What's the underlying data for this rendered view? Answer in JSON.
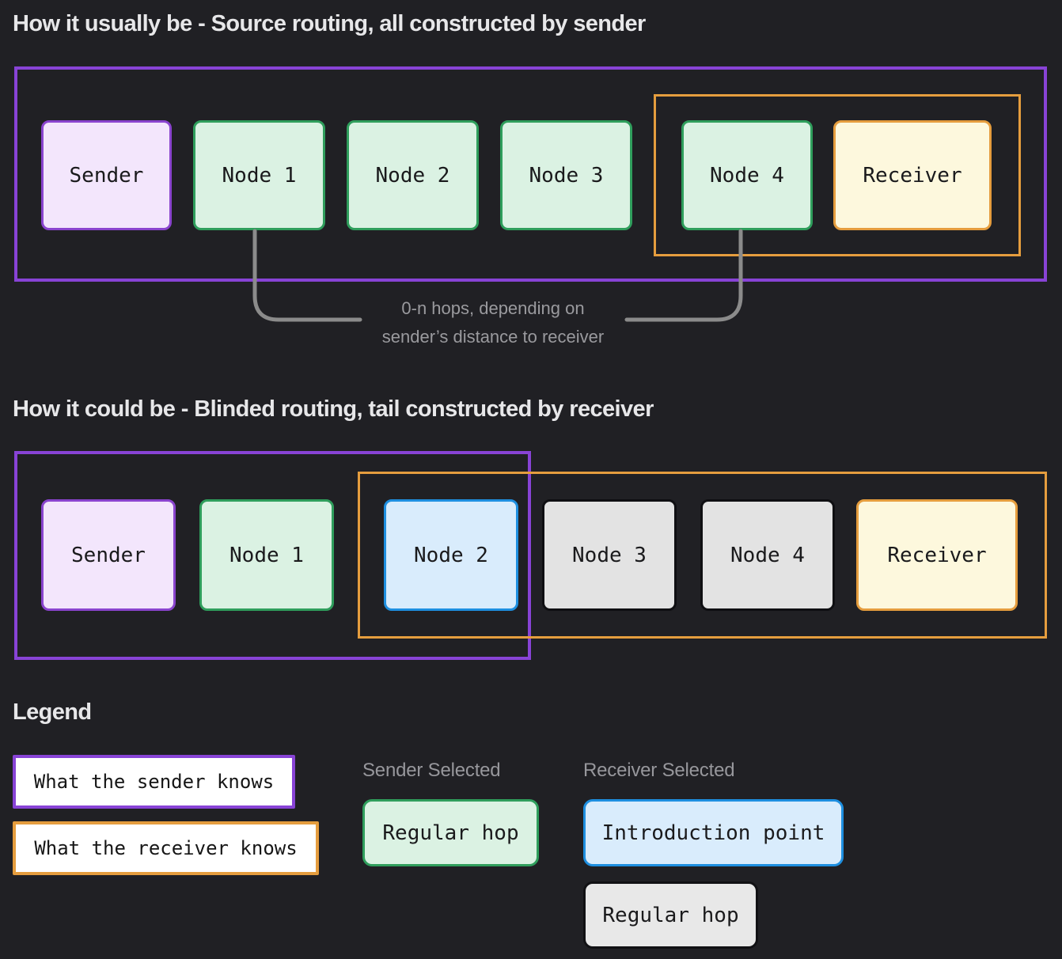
{
  "colors": {
    "background": "#202024",
    "sender_purple": "#8843d6",
    "regular_hop_green": "#2f9e5c",
    "receiver_orange": "#e59d3e",
    "introduction_blue": "#1e8fe0",
    "unknown_node_border": "#0f0f12",
    "connector_gray": "#8b8b8b",
    "fill_lavender": "#f3e6fc",
    "fill_mint": "#dbf2e3",
    "fill_cream": "#fdf8dd",
    "fill_lightblue": "#d9ecfc",
    "fill_gray": "#e3e3e3"
  },
  "section_source_routing": {
    "title": "How it usually be - Source routing, all constructed by sender",
    "nodes": [
      {
        "label": "Sender",
        "type": "sender"
      },
      {
        "label": "Node 1",
        "type": "sender-selected-regular-hop"
      },
      {
        "label": "Node 2",
        "type": "sender-selected-regular-hop"
      },
      {
        "label": "Node 3",
        "type": "sender-selected-regular-hop"
      },
      {
        "label": "Node 4",
        "type": "sender-selected-regular-hop"
      },
      {
        "label": "Receiver",
        "type": "receiver"
      }
    ],
    "annotation": {
      "line1": "0-n hops, depending on",
      "line2": "sender’s distance to receiver"
    }
  },
  "section_blinded_routing": {
    "title": "How it could be - Blinded routing, tail constructed by receiver",
    "nodes": [
      {
        "label": "Sender",
        "type": "sender"
      },
      {
        "label": "Node 1",
        "type": "sender-selected-regular-hop"
      },
      {
        "label": "Node 2",
        "type": "introduction-point"
      },
      {
        "label": "Node 3",
        "type": "receiver-selected-regular-hop"
      },
      {
        "label": "Node 4",
        "type": "receiver-selected-regular-hop"
      },
      {
        "label": "Receiver",
        "type": "receiver"
      }
    ]
  },
  "legend": {
    "heading": "Legend",
    "sender_knows_label": "What the sender knows",
    "receiver_knows_label": "What the receiver knows",
    "sender_selected_label": "Sender Selected",
    "sender_regular_hop_label": "Regular hop",
    "receiver_selected_label": "Receiver Selected",
    "introduction_point_label": "Introduction point",
    "receiver_regular_hop_label": "Regular hop"
  }
}
